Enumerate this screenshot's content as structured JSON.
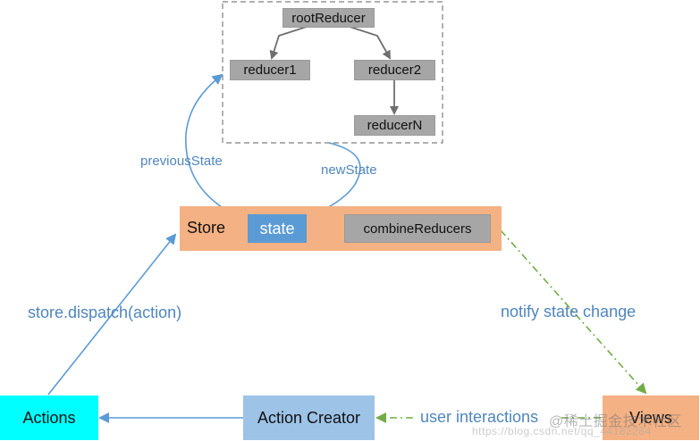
{
  "reducer_tree": {
    "root": "rootReducer",
    "reducer1": "reducer1",
    "reducer2": "reducer2",
    "reducerN": "reducerN"
  },
  "store": {
    "label": "Store",
    "state": "state",
    "combine": "combineReducers"
  },
  "nodes": {
    "actions": "Actions",
    "action_creator": "Action Creator",
    "views": "Views"
  },
  "edges": {
    "previous_state": "previousState",
    "new_state": "newState",
    "dispatch": "store.dispatch(action)",
    "notify": "notify state change",
    "user_interactions": "user interactions"
  },
  "watermark": "@稀土掘金技术社区",
  "watermark_url": "https://blog.csdn.net/qq_44182284",
  "colors": {
    "store_bg": "#f4b183",
    "state_bg": "#5b9bd5",
    "gray": "#a6a6a6",
    "actions_bg": "#00ffff",
    "action_creator_bg": "#9dc3e6",
    "views_bg": "#f4b183",
    "blue_arrow": "#5b9bd5",
    "green_arrow": "#70ad47",
    "dashed_border": "#7f7f7f"
  }
}
